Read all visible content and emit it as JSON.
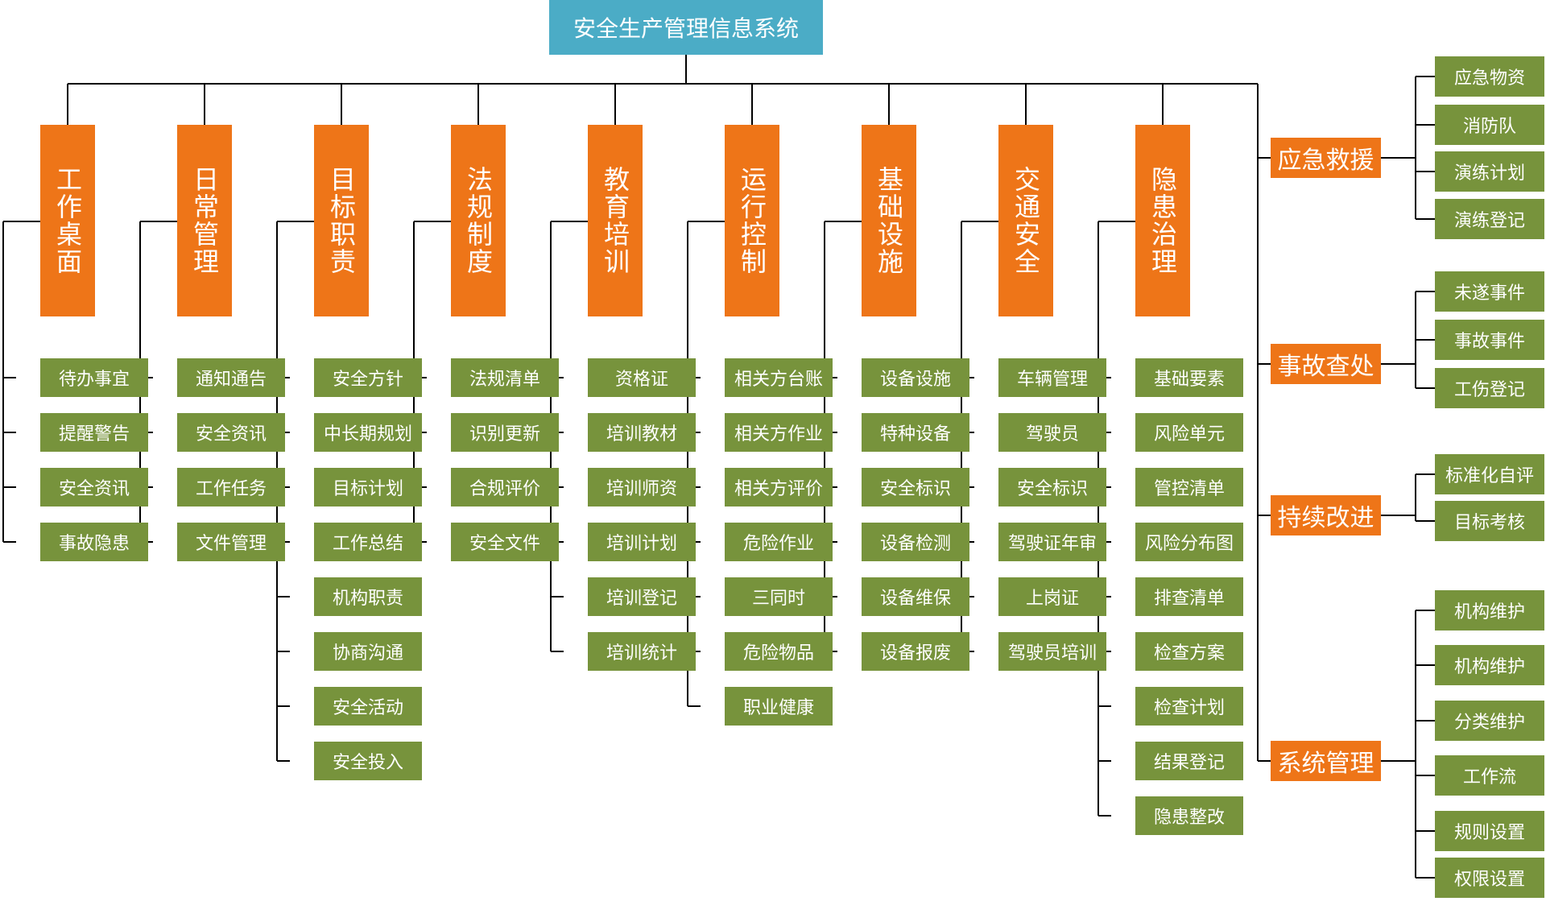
{
  "title": "安全生产管理信息系统",
  "colors": {
    "title_bg": "#4bacc6",
    "category_bg": "#ee7518",
    "leaf_bg": "#77933c",
    "line": "#000000"
  },
  "columns": [
    {
      "label": "工作桌面",
      "items": [
        "待办事宜",
        "提醒警告",
        "安全资讯",
        "事故隐患"
      ]
    },
    {
      "label": "日常管理",
      "items": [
        "通知通告",
        "安全资讯",
        "工作任务",
        "文件管理"
      ]
    },
    {
      "label": "目标职责",
      "items": [
        "安全方针",
        "中长期规划",
        "目标计划",
        "工作总结",
        "机构职责",
        "协商沟通",
        "安全活动",
        "安全投入"
      ]
    },
    {
      "label": "法规制度",
      "items": [
        "法规清单",
        "识别更新",
        "合规评价",
        "安全文件"
      ]
    },
    {
      "label": "教育培训",
      "items": [
        "资格证",
        "培训教材",
        "培训师资",
        "培训计划",
        "培训登记",
        "培训统计"
      ]
    },
    {
      "label": "运行控制",
      "items": [
        "相关方台账",
        "相关方作业",
        "相关方评价",
        "危险作业",
        "三同时",
        "危险物品",
        "职业健康"
      ]
    },
    {
      "label": "基础设施",
      "items": [
        "设备设施",
        "特种设备",
        "安全标识",
        "设备检测",
        "设备维保",
        "设备报废"
      ]
    },
    {
      "label": "交通安全",
      "items": [
        "车辆管理",
        "驾驶员",
        "安全标识",
        "驾驶证年审",
        "上岗证",
        "驾驶员培训"
      ]
    },
    {
      "label": "隐患治理",
      "items": [
        "基础要素",
        "风险单元",
        "管控清单",
        "风险分布图",
        "排查清单",
        "检查方案",
        "检查计划",
        "结果登记",
        "隐患整改"
      ]
    }
  ],
  "right_groups": [
    {
      "label": "应急救援",
      "items": [
        "应急物资",
        "消防队",
        "演练计划",
        "演练登记"
      ]
    },
    {
      "label": "事故查处",
      "items": [
        "未遂事件",
        "事故事件",
        "工伤登记"
      ]
    },
    {
      "label": "持续改进",
      "items": [
        "标准化自评",
        "目标考核"
      ]
    },
    {
      "label": "系统管理",
      "items": [
        "机构维护",
        "机构维护",
        "分类维护",
        "工作流",
        "规则设置",
        "权限设置"
      ]
    }
  ]
}
